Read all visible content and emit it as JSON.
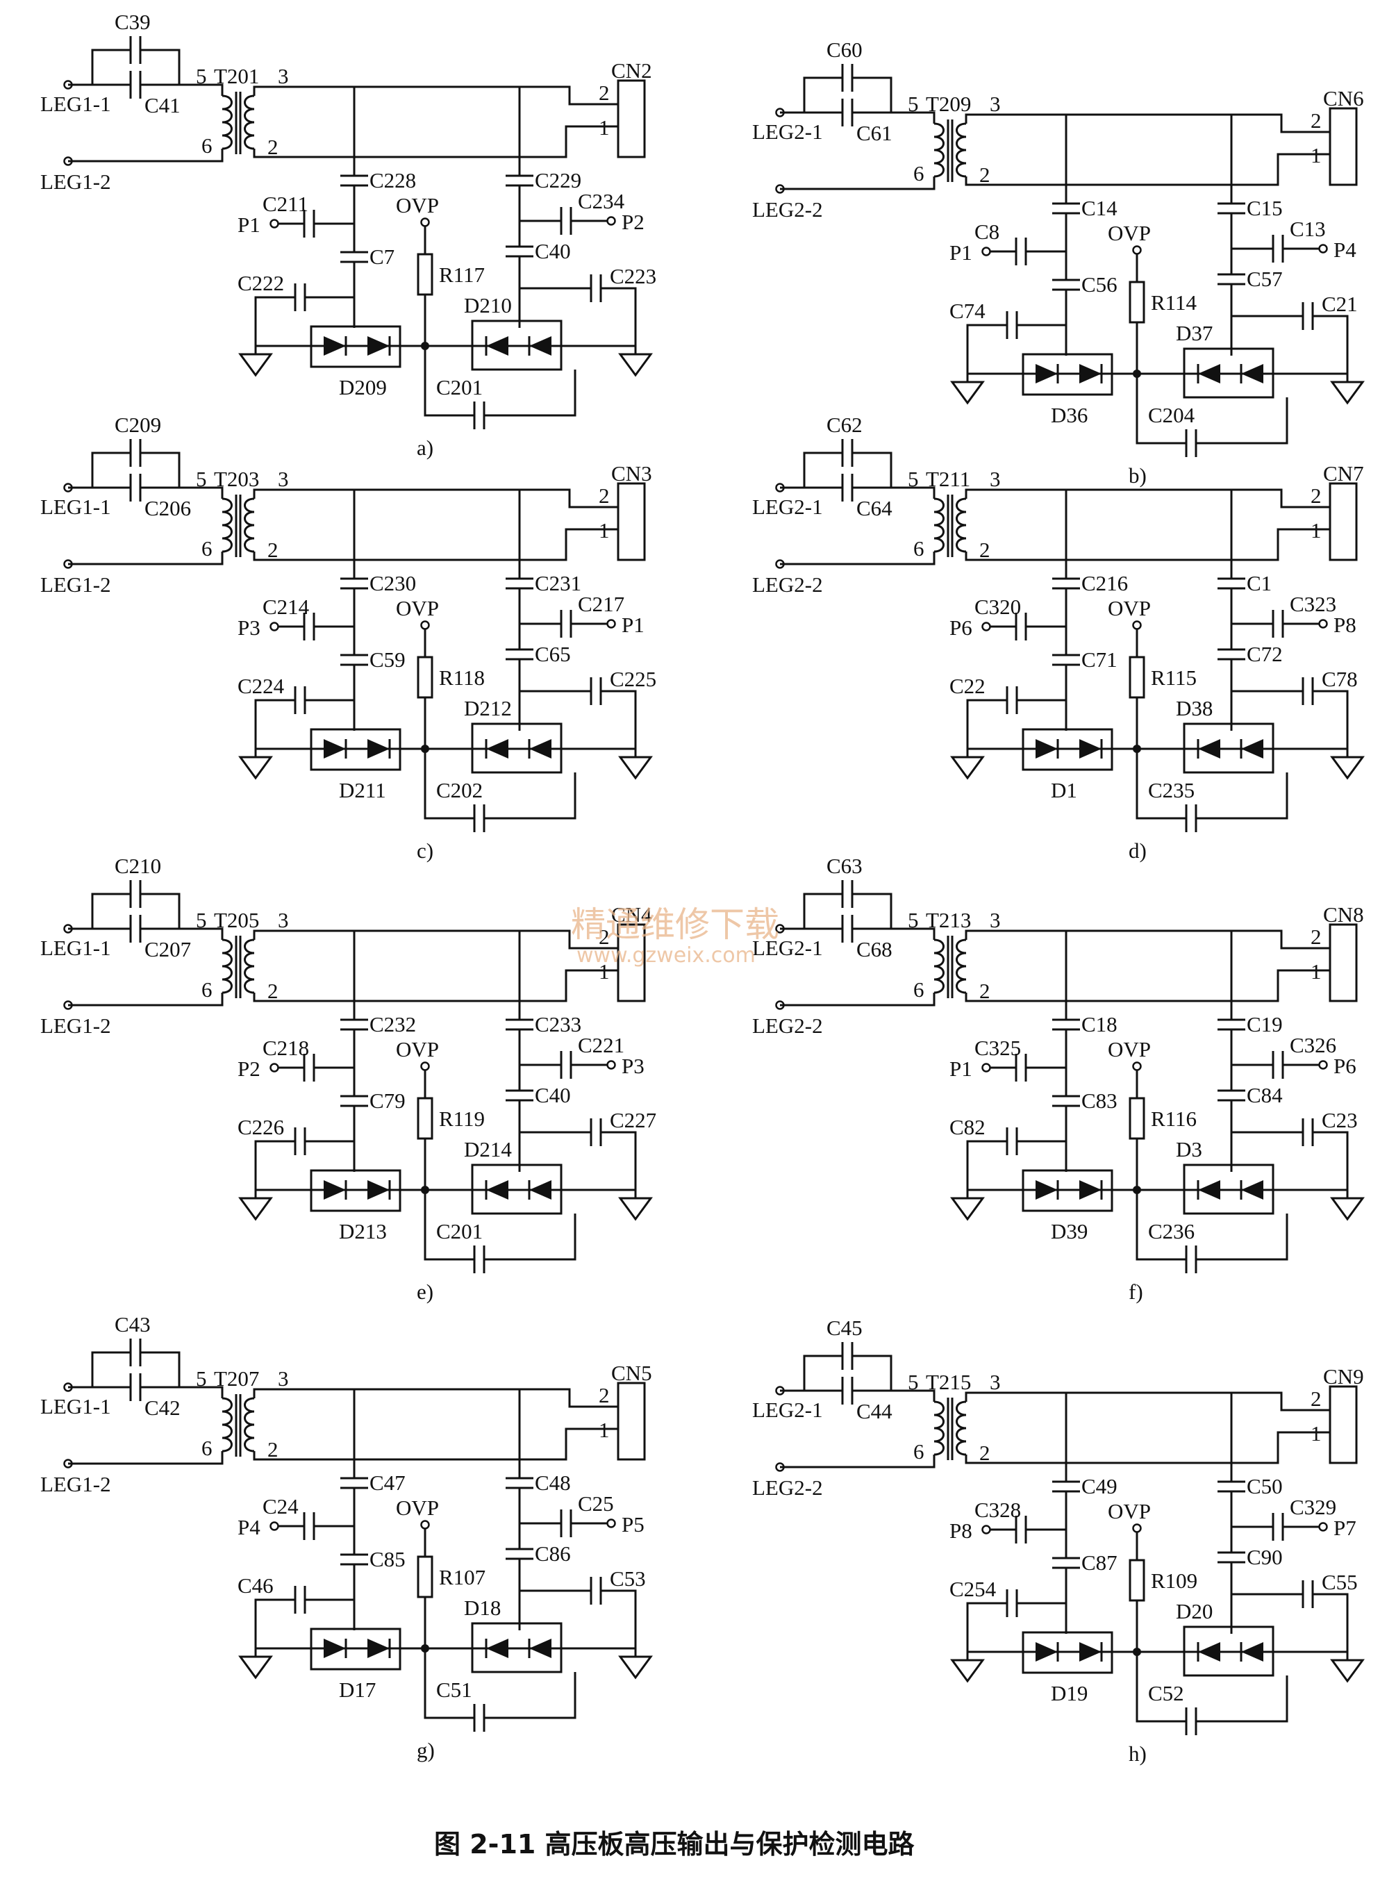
{
  "caption": "图 2-11   高压板高压输出与保护检测电路",
  "watermark": {
    "line1": "精通维修下载",
    "line2": "www.gzweix.com"
  },
  "colors": {
    "ink": "#111111",
    "paper": "#ffffff",
    "watermark": "#e9b58a"
  },
  "panels": [
    {
      "letter": "a)",
      "in1": "LEG1-1",
      "in2": "LEG1-2",
      "cTop": "C39",
      "cBot": "C41",
      "T": "T201",
      "pin5": "5",
      "pin3": "3",
      "pin6": "6",
      "pin2": "2",
      "CN": "CN2",
      "cn2": "2",
      "cn1": "1",
      "cL1": "C228",
      "cL2": "C7",
      "cLs": "C211",
      "pL": "P1",
      "cLg": "C222",
      "dL": "D209",
      "cR1": "C229",
      "cR2": "C40",
      "cRs": "C234",
      "pR": "P2",
      "cRg": "C223",
      "dR": "D210",
      "R": "R117",
      "ovp": "OVP",
      "cB": "C201"
    },
    {
      "letter": "b)",
      "in1": "LEG2-1",
      "in2": "LEG2-2",
      "cTop": "C60",
      "cBot": "C61",
      "T": "T209",
      "pin5": "5",
      "pin3": "3",
      "pin6": "6",
      "pin2": "2",
      "CN": "CN6",
      "cn2": "2",
      "cn1": "1",
      "cL1": "C14",
      "cL2": "C56",
      "cLs": "C8",
      "pL": "P1",
      "cLg": "C74",
      "dL": "D36",
      "cR1": "C15",
      "cR2": "C57",
      "cRs": "C13",
      "pR": "P4",
      "cRg": "C21",
      "dR": "D37",
      "R": "R114",
      "ovp": "OVP",
      "cB": "C204"
    },
    {
      "letter": "c)",
      "in1": "LEG1-1",
      "in2": "LEG1-2",
      "cTop": "C209",
      "cBot": "C206",
      "T": "T203",
      "pin5": "5",
      "pin3": "3",
      "pin6": "6",
      "pin2": "2",
      "CN": "CN3",
      "cn2": "2",
      "cn1": "1",
      "cL1": "C230",
      "cL2": "C59",
      "cLs": "C214",
      "pL": "P3",
      "cLg": "C224",
      "dL": "D211",
      "cR1": "C231",
      "cR2": "C65",
      "cRs": "C217",
      "pR": "P1",
      "cRg": "C225",
      "dR": "D212",
      "R": "R118",
      "ovp": "OVP",
      "cB": "C202"
    },
    {
      "letter": "d)",
      "in1": "LEG2-1",
      "in2": "LEG2-2",
      "cTop": "C62",
      "cBot": "C64",
      "T": "T211",
      "pin5": "5",
      "pin3": "3",
      "pin6": "6",
      "pin2": "2",
      "CN": "CN7",
      "cn2": "2",
      "cn1": "1",
      "cL1": "C216",
      "cL2": "C71",
      "cLs": "C320",
      "pL": "P6",
      "cLg": "C22",
      "dL": "D1",
      "cR1": "C1",
      "cR2": "C72",
      "cRs": "C323",
      "pR": "P8",
      "cRg": "C78",
      "dR": "D38",
      "R": "R115",
      "ovp": "OVP",
      "cB": "C235"
    },
    {
      "letter": "e)",
      "in1": "LEG1-1",
      "in2": "LEG1-2",
      "cTop": "C210",
      "cBot": "C207",
      "T": "T205",
      "pin5": "5",
      "pin3": "3",
      "pin6": "6",
      "pin2": "2",
      "CN": "CN4",
      "cn2": "2",
      "cn1": "1",
      "cL1": "C232",
      "cL2": "C79",
      "cLs": "C218",
      "pL": "P2",
      "cLg": "C226",
      "dL": "D213",
      "cR1": "C233",
      "cR2": "C40",
      "cRs": "C221",
      "pR": "P3",
      "cRg": "C227",
      "dR": "D214",
      "R": "R119",
      "ovp": "OVP",
      "cB": "C201"
    },
    {
      "letter": "f)",
      "in1": "LEG2-1",
      "in2": "LEG2-2",
      "cTop": "C63",
      "cBot": "C68",
      "T": "T213",
      "pin5": "5",
      "pin3": "3",
      "pin6": "6",
      "pin2": "2",
      "CN": "CN8",
      "cn2": "2",
      "cn1": "1",
      "cL1": "C18",
      "cL2": "C83",
      "cLs": "C325",
      "pL": "P1",
      "cLg": "C82",
      "dL": "D39",
      "cR1": "C19",
      "cR2": "C84",
      "cRs": "C326",
      "pR": "P6",
      "cRg": "C23",
      "dR": "D3",
      "R": "R116",
      "ovp": "OVP",
      "cB": "C236"
    },
    {
      "letter": "g)",
      "in1": "LEG1-1",
      "in2": "LEG1-2",
      "cTop": "C43",
      "cBot": "C42",
      "T": "T207",
      "pin5": "5",
      "pin3": "3",
      "pin6": "6",
      "pin2": "2",
      "CN": "CN5",
      "cn2": "2",
      "cn1": "1",
      "cL1": "C47",
      "cL2": "C85",
      "cLs": "C24",
      "pL": "P4",
      "cLg": "C46",
      "dL": "D17",
      "cR1": "C48",
      "cR2": "C86",
      "cRs": "C25",
      "pR": "P5",
      "cRg": "C53",
      "dR": "D18",
      "R": "R107",
      "ovp": "OVP",
      "cB": "C51"
    },
    {
      "letter": "h)",
      "in1": "LEG2-1",
      "in2": "LEG2-2",
      "cTop": "C45",
      "cBot": "C44",
      "T": "T215",
      "pin5": "5",
      "pin3": "3",
      "pin6": "6",
      "pin2": "2",
      "CN": "CN9",
      "cn2": "2",
      "cn1": "1",
      "cL1": "C49",
      "cL2": "C87",
      "cLs": "C328",
      "pL": "P8",
      "cLg": "C254",
      "dL": "D19",
      "cR1": "C50",
      "cR2": "C90",
      "cRs": "C329",
      "pR": "P7",
      "cRg": "C55",
      "dR": "D20",
      "R": "R109",
      "ovp": "OVP",
      "cB": "C52"
    }
  ]
}
